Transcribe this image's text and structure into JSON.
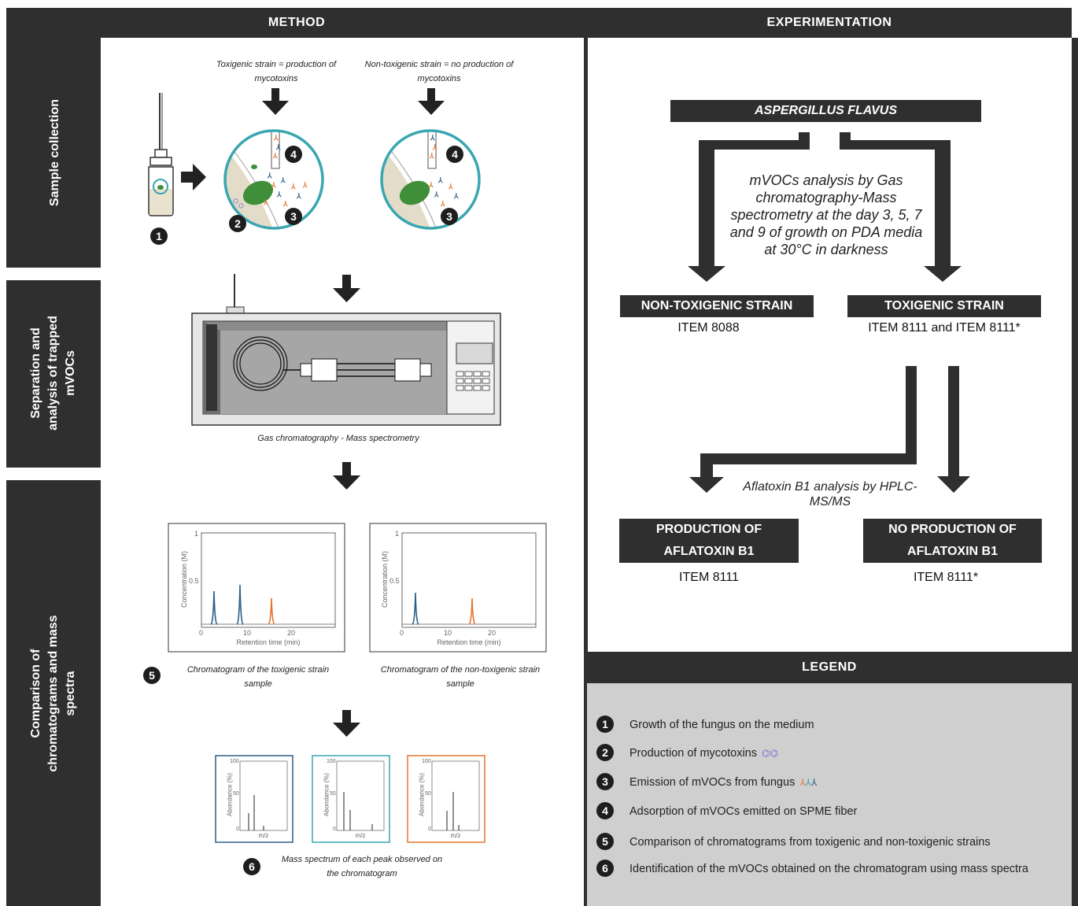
{
  "headers": {
    "method": "METHOD",
    "experimentation": "EXPERIMENTATION",
    "legend": "LEGEND"
  },
  "side_labels": {
    "sample_collection": "Sample collection",
    "separation_line1": "Separation and",
    "separation_line2": "analysis of trapped",
    "separation_line3": "mVOCs",
    "comparison_line1": "Comparison of",
    "comparison_line2": "chromatograms and mass",
    "comparison_line3": "spectra"
  },
  "method": {
    "toxigenic_caption_1": "Toxigenic strain = production of",
    "toxigenic_caption_2": "mycotoxins",
    "nontoxigenic_caption_1": "Non-toxigenic strain = no production of",
    "nontoxigenic_caption_2": "mycotoxins",
    "gcms_caption": "Gas chromatography - Mass spectrometry",
    "chrom_tox_caption_1": "Chromatogram of the toxigenic strain",
    "chrom_tox_caption_2": "sample",
    "chrom_nontox_caption_1": "Chromatogram of the non-toxigenic strain",
    "chrom_nontox_caption_2": "sample",
    "mass_caption_1": "Mass spectrum of each peak observed on",
    "mass_caption_2": "the chromatogram"
  },
  "numbers": {
    "n1": "1",
    "n2": "2",
    "n3": "3",
    "n4": "4",
    "n5": "5",
    "n6": "6"
  },
  "chrom_axes": {
    "ylabel_tox": "Concentration (M)",
    "ylabel_nontox": "Concentration (M)",
    "xlabel": "Retention time (min)",
    "y_ticks": [
      "1",
      "0.5"
    ],
    "x_ticks_tox": [
      "0",
      "10",
      "20"
    ],
    "x_ticks_nontox": [
      "0",
      "10",
      "20"
    ]
  },
  "mass_axes": {
    "ylabel": "Abondance (%)",
    "ylabel_2": "Abondance (%)",
    "ylabel_3": "Abondance (%)",
    "xlabel": "m/z",
    "y_ticks": [
      "100",
      "50",
      "0"
    ]
  },
  "experimentation": {
    "species": "ASPERGILLUS FLAVUS",
    "analysis_text_1": "mVOCs analysis by Gas",
    "analysis_text_2": "chromatography-Mass",
    "analysis_text_3": "spectrometry at the day 3, 5, 7",
    "analysis_text_4": "and 9 of growth on PDA media",
    "analysis_text_5": "at 30°C in darkness",
    "nontox_strain": "NON-TOXIGENIC STRAIN",
    "nontox_item": "ITEM 8088",
    "tox_strain": "TOXIGENIC STRAIN",
    "tox_item": "ITEM 8111 and  ITEM 8111*",
    "aflatoxin_text_1": "Aflatoxin B1 analysis by HPLC-",
    "aflatoxin_text_2": "MS/MS",
    "production_1": "PRODUCTION OF",
    "production_2": "AFLATOXIN B1",
    "production_item": "ITEM 8111",
    "noproduction_1": "NO PRODUCTION OF",
    "noproduction_2": "AFLATOXIN B1",
    "noproduction_item": "ITEM 8111*"
  },
  "legend": {
    "items": [
      {
        "num": "1",
        "text": "Growth of the fungus on the medium"
      },
      {
        "num": "2",
        "text": "Production of mycotoxins"
      },
      {
        "num": "3",
        "text": "Emission of mVOCs from fungus"
      },
      {
        "num": "4",
        "text": "Adsorption of mVOCs emitted on SPME fiber"
      },
      {
        "num": "5",
        "text": "Comparison of chromatograms from toxigenic and non-toxigenic strains"
      },
      {
        "num": "6",
        "text": "Identification of the mVOCs obtained on the chromatogram using mass spectra"
      }
    ]
  },
  "colors": {
    "dark": "#2f2f2f",
    "teal": "#3aa6b0",
    "blue": "#2b5f8a",
    "orange": "#e5762f",
    "green": "#3f8f3a",
    "legend_bg": "#cfcfcf"
  }
}
